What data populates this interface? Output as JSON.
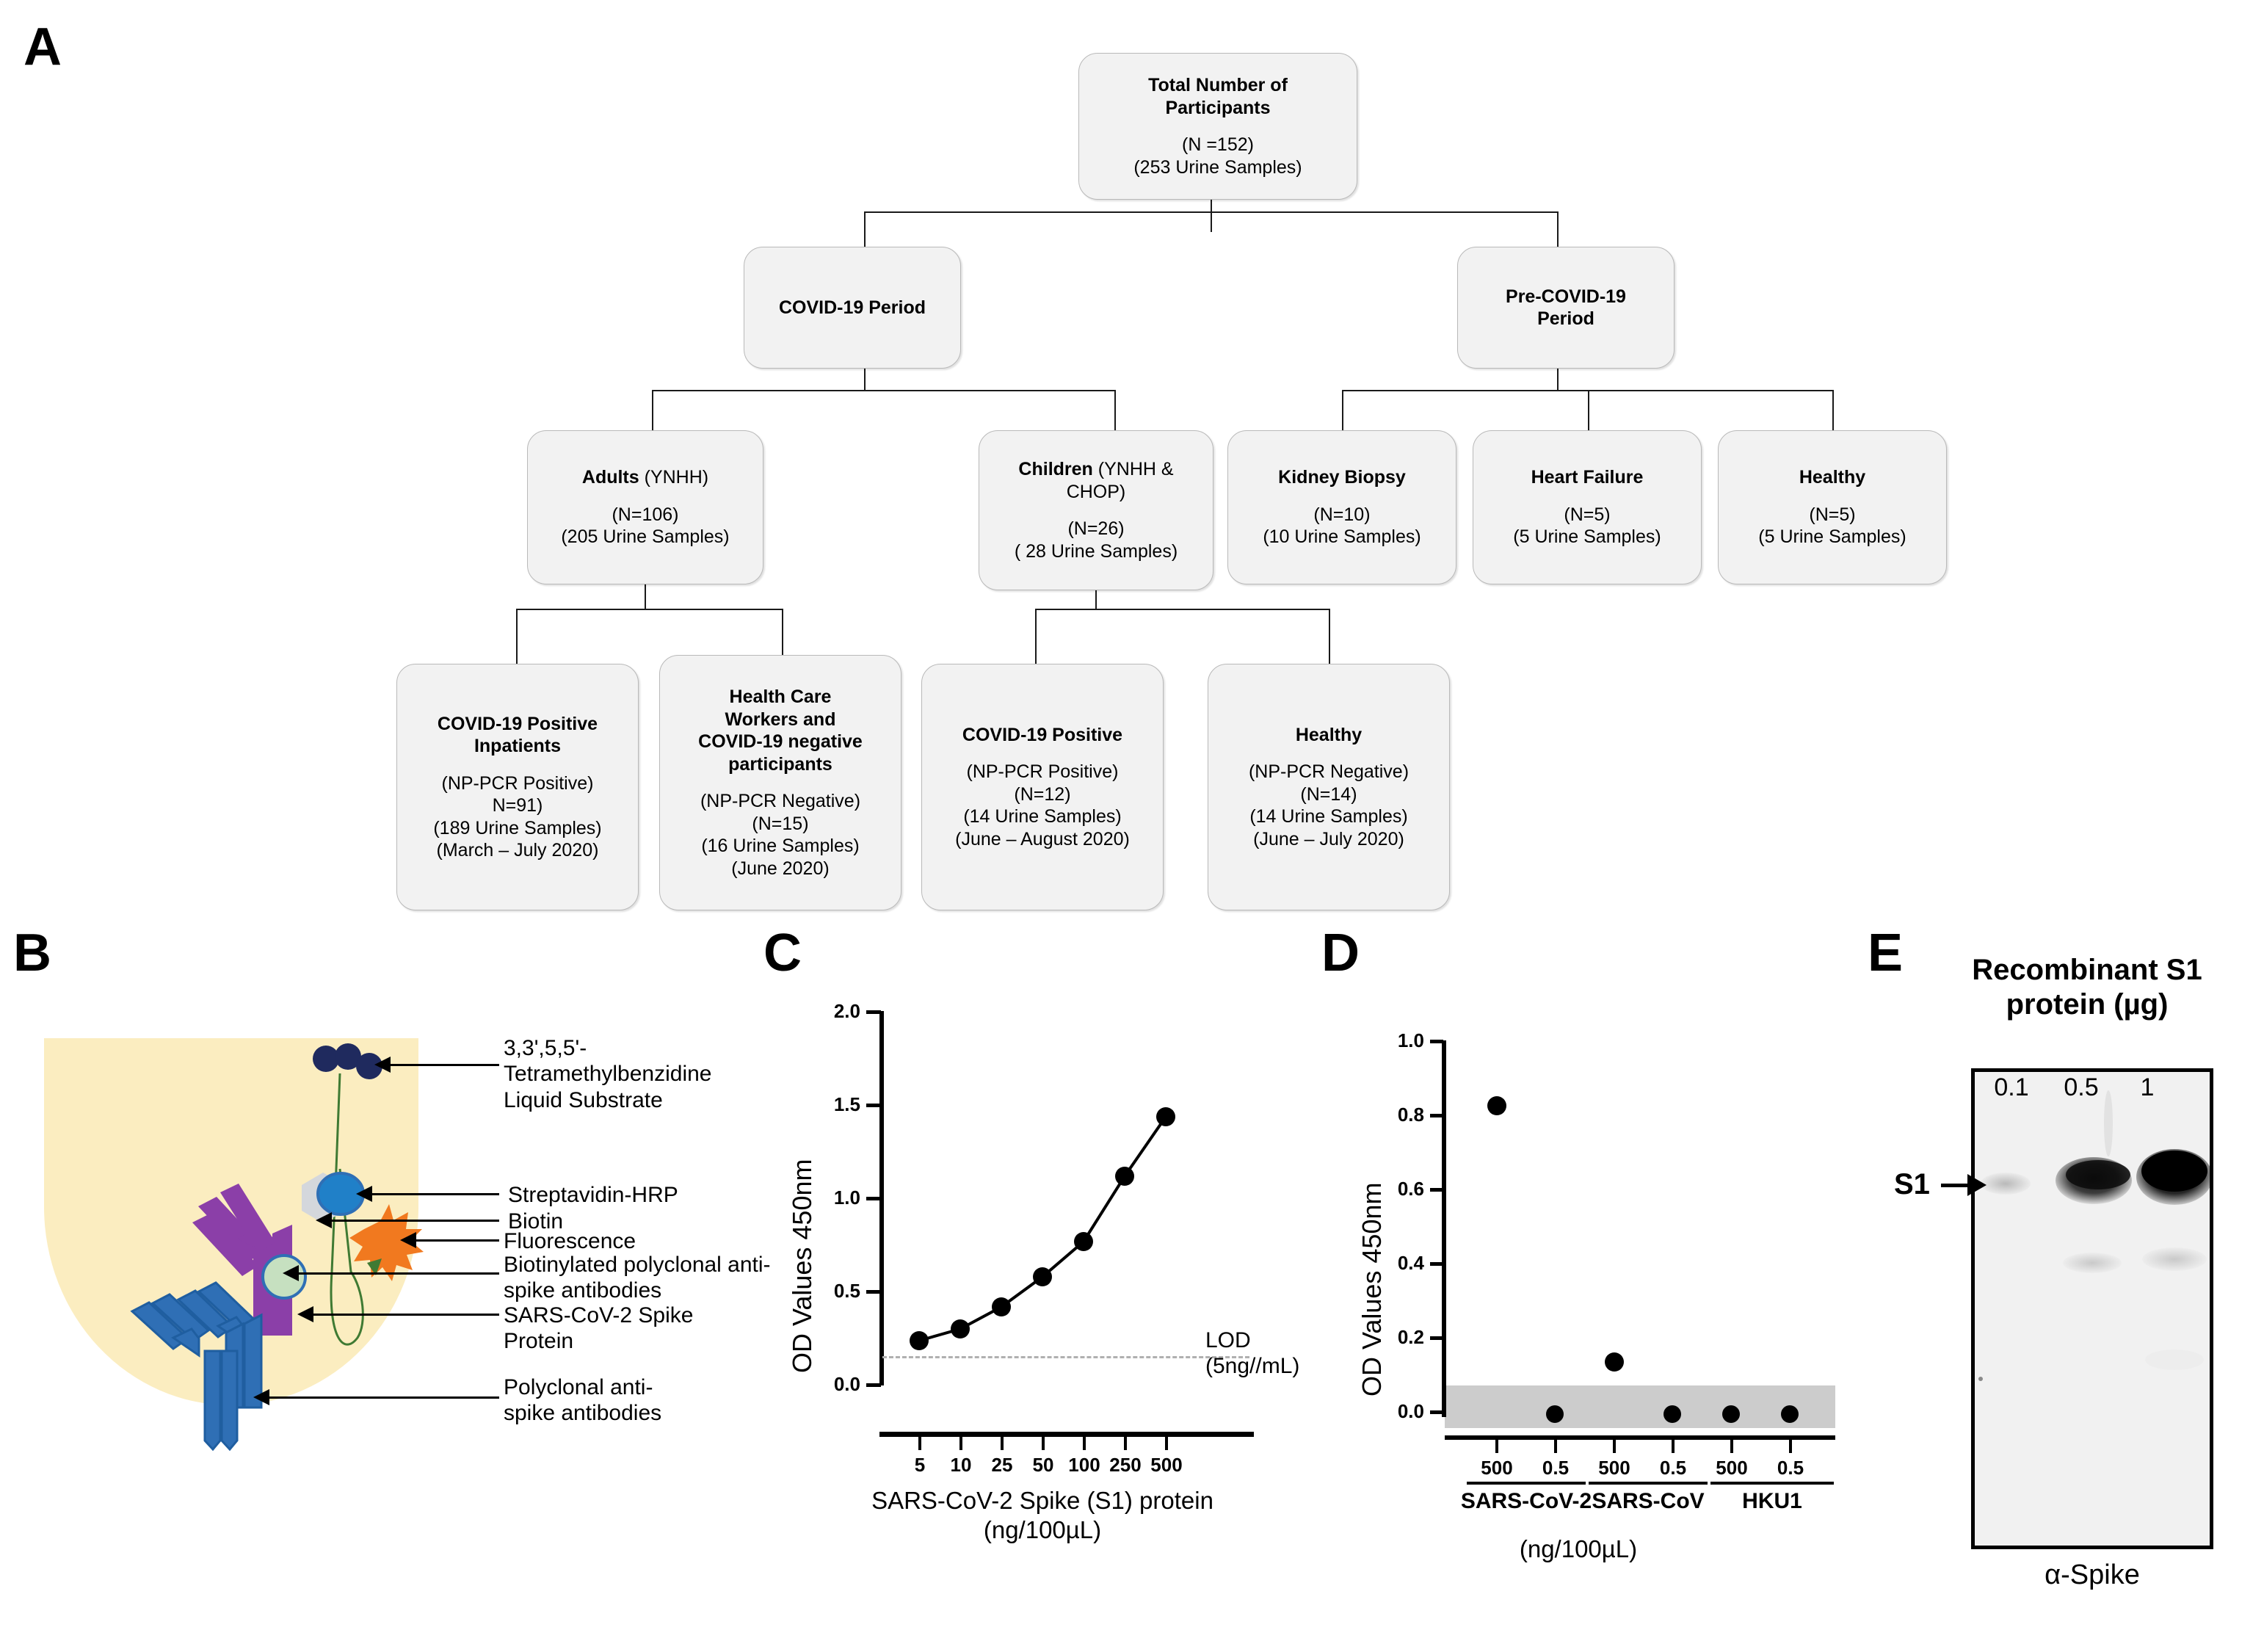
{
  "panels": {
    "a": "A",
    "b": "B",
    "c": "C",
    "d": "D",
    "e": "E"
  },
  "flowchart": {
    "nodes": [
      {
        "id": "total",
        "title": "Total Number of\nParticipants",
        "sub": [
          "(N =152)",
          "(253 Urine Samples)"
        ]
      },
      {
        "id": "covid",
        "title": "COVID-19 Period",
        "sub": []
      },
      {
        "id": "precovid",
        "title": "Pre-COVID-19\nPeriod",
        "sub": []
      },
      {
        "id": "adults",
        "title_bold": "Adults",
        "title_reg": " (YNHH)",
        "sub": [
          "(N=106)",
          "(205 Urine Samples)"
        ]
      },
      {
        "id": "children",
        "title_bold": "Children",
        "title_reg": " (YNHH &\nCHOP)",
        "sub": [
          "(N=26)",
          "( 28 Urine Samples)"
        ]
      },
      {
        "id": "kidney",
        "title": "Kidney Biopsy",
        "sub": [
          "(N=10)",
          "(10 Urine Samples)"
        ]
      },
      {
        "id": "heart",
        "title": "Heart Failure",
        "sub": [
          "(N=5)",
          "(5 Urine Samples)"
        ]
      },
      {
        "id": "healthy_pre",
        "title": "Healthy",
        "sub": [
          "(N=5)",
          "(5 Urine Samples)"
        ]
      },
      {
        "id": "inpatients",
        "title": "COVID-19 Positive\nInpatients",
        "sub": [
          "(NP-PCR Positive)",
          "N=91)",
          "(189 Urine Samples)",
          "(March – July 2020)"
        ]
      },
      {
        "id": "hcw",
        "title": "Health Care\nWorkers and\nCOVID-19 negative\nparticipants",
        "sub": [
          "(NP-PCR Negative)",
          "(N=15)",
          "(16 Urine Samples)",
          "(June 2020)"
        ]
      },
      {
        "id": "childpos",
        "title": "COVID-19 Positive",
        "sub": [
          "(NP-PCR Positive)",
          "(N=12)",
          "(14 Urine Samples)",
          "(June – August 2020)"
        ]
      },
      {
        "id": "childhealthy",
        "title": "Healthy",
        "sub": [
          "(NP-PCR Negative)",
          "(N=14)",
          "(14 Urine Samples)",
          "(June – July 2020)"
        ]
      }
    ]
  },
  "elisa": {
    "labels": [
      {
        "id": "tmb",
        "text": "3,3',5,5'-\nTetramethylbenzidine\nLiquid Substrate"
      },
      {
        "id": "strep",
        "text": "Streptavidin-HRP"
      },
      {
        "id": "biotin",
        "text": "Biotin"
      },
      {
        "id": "fluor",
        "text": "Fluorescence"
      },
      {
        "id": "biotinab",
        "text": "Biotinylated polyclonal anti-\nspike antibodies"
      },
      {
        "id": "spike",
        "text": "SARS-CoV-2 Spike\nProtein"
      },
      {
        "id": "polyab",
        "text": "Polyclonal anti-\nspike antibodies"
      }
    ],
    "colors": {
      "well": "#fbedc0",
      "tmb": "#1f2a5e",
      "streptavidin": "#2080c8",
      "biotin": "#d4d7dc",
      "fluorescence": "#f1791f",
      "biotinylated_antibody": "#8b3fa8",
      "spike_protein": "#c6e0c0",
      "capture_antibody": "#2f6fb5",
      "linker": "#3f7a33"
    }
  },
  "chart_data": [
    {
      "id": "panelC",
      "type": "line",
      "title": "",
      "xlabel": "SARS-CoV-2 Spike (S1) protein\n(ng/100µL)",
      "ylabel": "OD Values 450nm",
      "categories": [
        "5",
        "10",
        "25",
        "50",
        "100",
        "250",
        "500"
      ],
      "values": [
        0.23,
        0.29,
        0.41,
        0.57,
        0.76,
        1.11,
        1.43
      ],
      "yticks": [
        "0.0",
        "0.5",
        "1.0",
        "1.5",
        "2.0"
      ],
      "ylim": [
        0.0,
        2.0
      ],
      "grid": false,
      "annotations": [
        {
          "id": "lod",
          "text": "LOD\n(5ng//mL)",
          "value": 0.15,
          "style": "dashed-hline",
          "color": "#b0b0b0"
        }
      ]
    },
    {
      "id": "panelD",
      "type": "scatter",
      "title": "",
      "xlabel": "(ng/100µL)",
      "ylabel": "OD Values 450nm",
      "categories": [
        "500",
        "0.5",
        "500",
        "0.5",
        "500",
        "0.5"
      ],
      "groups": [
        {
          "name": "SARS-CoV-2",
          "doses": [
            "500",
            "0.5"
          ]
        },
        {
          "name": "SARS-CoV",
          "doses": [
            "500",
            "0.5"
          ]
        },
        {
          "name": "HKU1",
          "doses": [
            "500",
            "0.5"
          ]
        }
      ],
      "values": [
        0.85,
        0.01,
        0.145,
        0.01,
        0.01,
        0.01
      ],
      "yticks": [
        "0.0",
        "0.2",
        "0.4",
        "0.6",
        "0.8",
        "1.0"
      ],
      "ylim": [
        0.0,
        1.0
      ],
      "grid": false,
      "annotations": [
        {
          "id": "background-band",
          "text": "",
          "style": "shaded-band",
          "range": [
            -0.06,
            0.05
          ],
          "color": "#cccccc"
        }
      ]
    }
  ],
  "blot": {
    "title": "Recombinant S1\nprotein (µg)",
    "lanes": [
      "0.1",
      "0.5",
      "1"
    ],
    "band_label": "S1",
    "antibody": "α-Spike"
  }
}
